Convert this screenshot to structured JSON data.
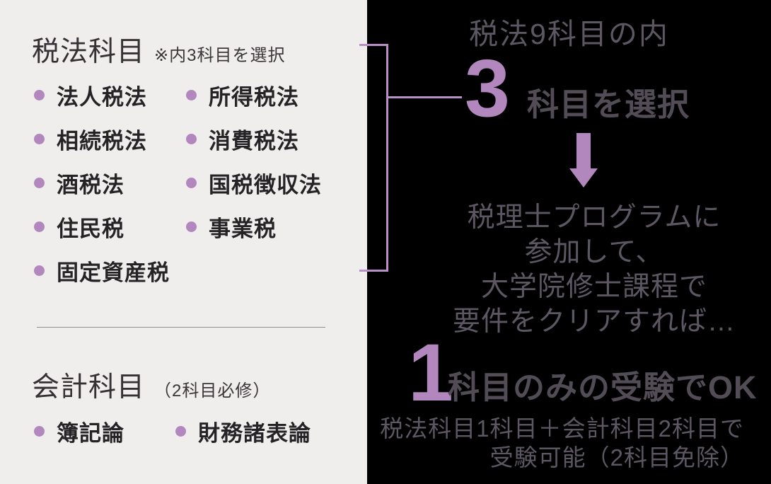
{
  "left_panel": {
    "tax_section": {
      "title": "税法科目",
      "note": "※内3科目を選択",
      "items": [
        "法人税法",
        "所得税法",
        "相続税法",
        "消費税法",
        "酒税法",
        "国税徴収法",
        "住民税",
        "事業税",
        "固定資産税"
      ]
    },
    "accounting_section": {
      "title": "会計科目",
      "note": "（2科目必修）",
      "items": [
        "簿記論",
        "財務諸表論"
      ]
    }
  },
  "right_panel": {
    "intro": "税法9科目の内",
    "select_number": "3",
    "select_text": "科目を選択",
    "paragraph_lines": [
      "税理士プログラムに",
      "参加して、",
      "大学院修士課程で",
      "要件をクリアすれば…"
    ],
    "result_number": "1",
    "result_text": "科目のみの受験でOK",
    "caption_lines": [
      "税法科目1科目＋会計科目2科目で",
      "受験可能（2科目免除）"
    ]
  },
  "colors": {
    "left_bg": "#efeeec",
    "right_bg": "#000000",
    "accent_purple": "#b287bd",
    "bracket_purple": "#b890c5",
    "left_text": "#262326",
    "right_text_dim": "#5d5763",
    "right_text_bold": "#524c57",
    "divider": "#8f8f8f"
  }
}
